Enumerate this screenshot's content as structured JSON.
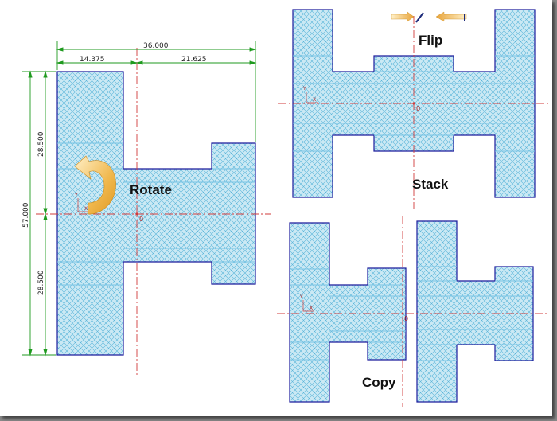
{
  "colors": {
    "outline": "#1c1c9c",
    "hatch_fill": "#cbe9f4",
    "hatch_line": "#5bb6da",
    "inner_line": "#77c4e4",
    "centerline": "#d23b3b",
    "dimension": "#1f9a1f",
    "arrow_gradient_start": "#f0b84e",
    "arrow_gradient_end": "#fff0c8"
  },
  "dimensions": {
    "overall_width": "36.000",
    "left_width": "14.375",
    "right_width": "21.625",
    "overall_height": "57.000",
    "upper_height": "28.500",
    "lower_height": "28.500"
  },
  "labels": {
    "rotate": "Rotate",
    "flip": "Flip",
    "stack": "Stack",
    "copy": "Copy"
  },
  "markers": {
    "origin": "0",
    "axis_y": "Y",
    "axis_x": "X"
  },
  "icons": {
    "rotate": "curved-rotate-arrow-icon",
    "flip": "opposing-arrows-icon"
  }
}
